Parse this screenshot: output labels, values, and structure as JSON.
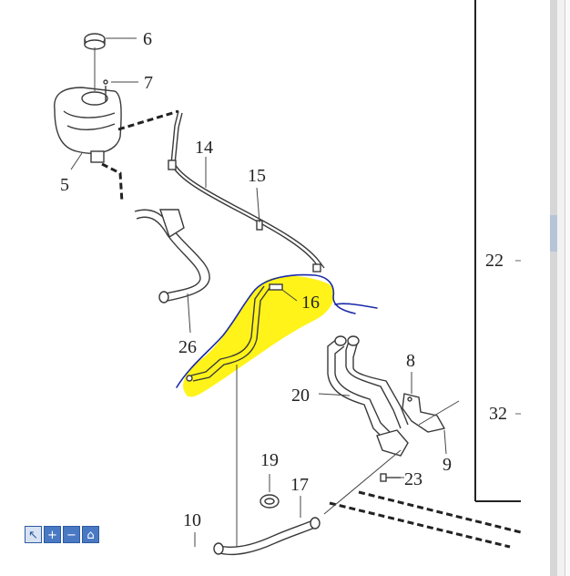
{
  "callouts": {
    "c6": "6",
    "c7": "7",
    "c5": "5",
    "c14": "14",
    "c15": "15",
    "c16": "16",
    "c26": "26",
    "c22": "22",
    "c8": "8",
    "c20": "20",
    "c32": "32",
    "c9": "9",
    "c19": "19",
    "c23": "23",
    "c17": "17",
    "c10": "10"
  },
  "toolbar": {
    "pointer_icon": "pointer-icon",
    "zoom_in_icon": "plus-icon",
    "zoom_out_icon": "minus-icon",
    "home_icon": "home-icon",
    "zoom_in_glyph": "+",
    "zoom_out_glyph": "−",
    "home_glyph": "⌂",
    "pointer_glyph": "↖"
  },
  "colors": {
    "line": "#3a3a3a",
    "highlight": "#fff200",
    "annotation": "#1a2aa8",
    "toolbar": "#4a79c4"
  }
}
